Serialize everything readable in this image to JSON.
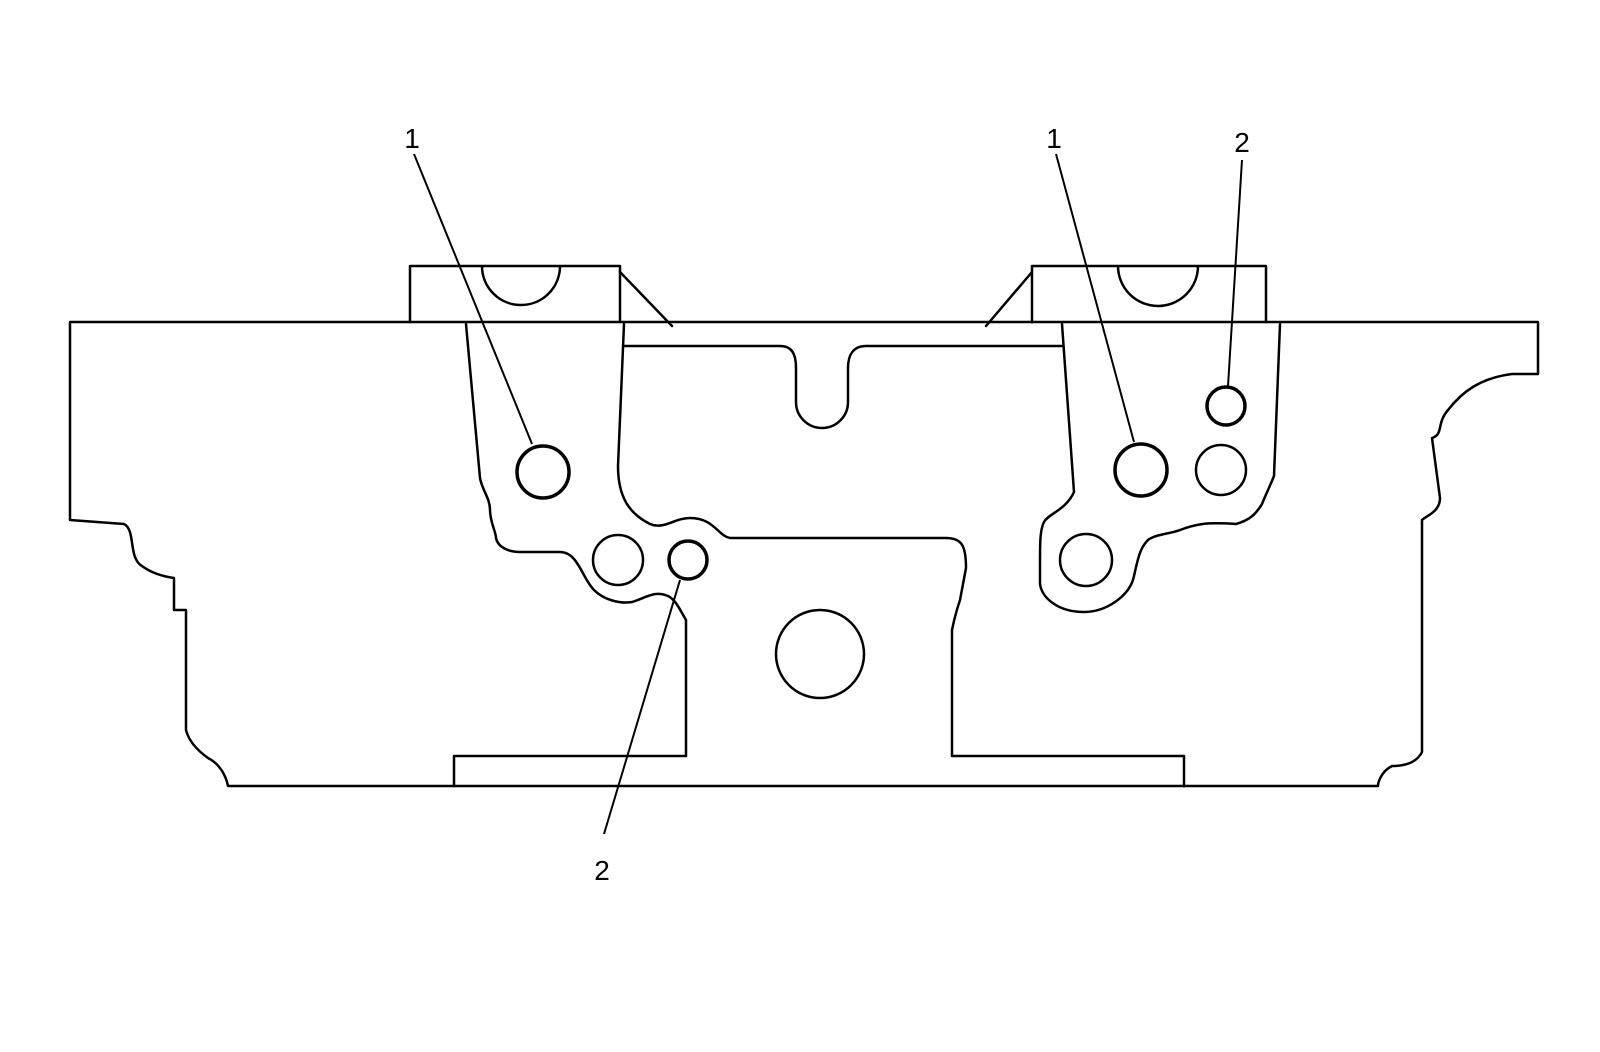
{
  "callouts": {
    "left_1": "1",
    "right_1": "1",
    "right_2": "2",
    "bottom_2": "2"
  }
}
